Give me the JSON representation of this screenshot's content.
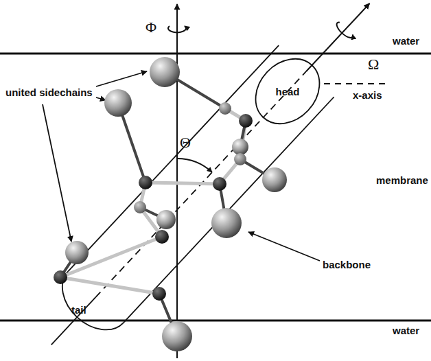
{
  "diagram": {
    "nodes": [
      {
        "text": [
          "head"
        ]
      }
    ],
    "labels": [
      "Φ",
      "Ω",
      "Θ",
      "x-axis",
      "water",
      "membrane",
      "water",
      "united sidechains",
      "backbone",
      "tail"
    ]
  }
}
